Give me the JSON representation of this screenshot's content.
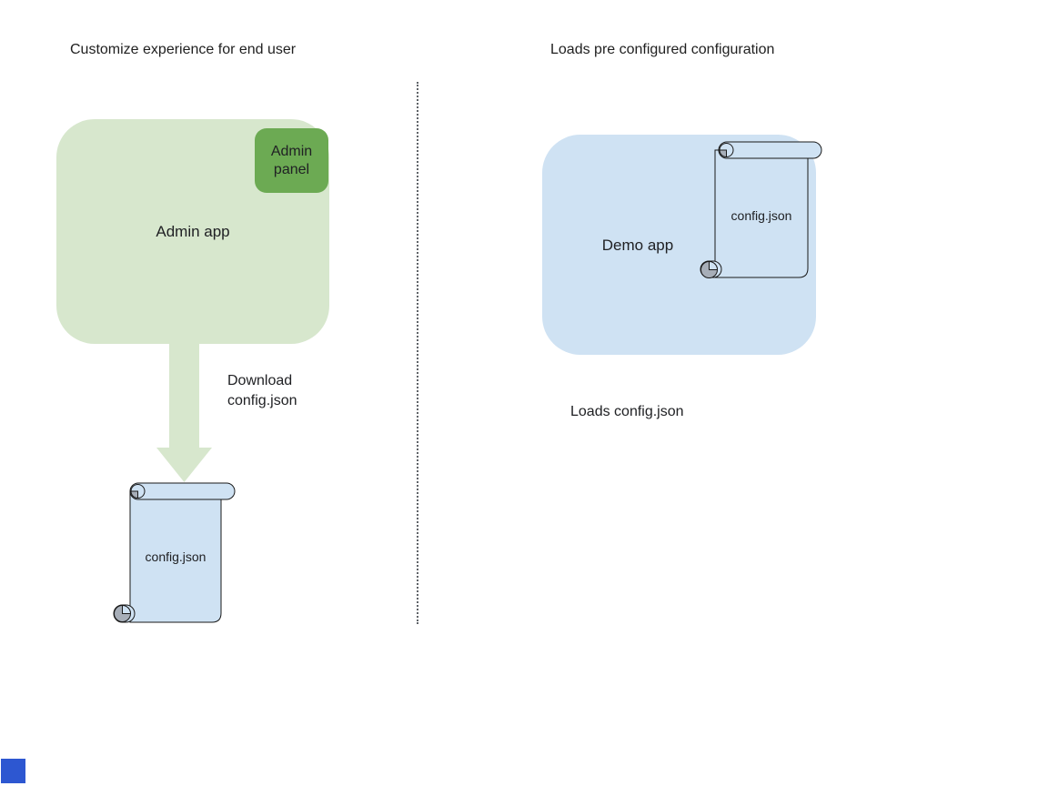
{
  "diagram": {
    "left": {
      "title": "Customize experience for end user",
      "admin_app_label": "Admin app",
      "admin_panel_label": "Admin panel",
      "arrow_label": "Download\nconfig.json",
      "scroll_label": "config.json"
    },
    "right": {
      "title": "Loads pre configured configuration",
      "demo_app_label": "Demo app",
      "scroll_label": "config.json",
      "caption": "Loads config.json"
    },
    "colors": {
      "admin_app_fill": "#d7e7cd",
      "admin_panel_fill": "#6caa53",
      "arrow_fill": "#d7e7cd",
      "demo_app_fill": "#cfe2f3",
      "scroll_fill": "#cfe2f3",
      "scroll_outline": "#1a1a1a",
      "scroll_curl_fill": "#a7aeb8",
      "divider_color": "#5f6368",
      "corner_marker_color": "#2d57d1"
    }
  }
}
